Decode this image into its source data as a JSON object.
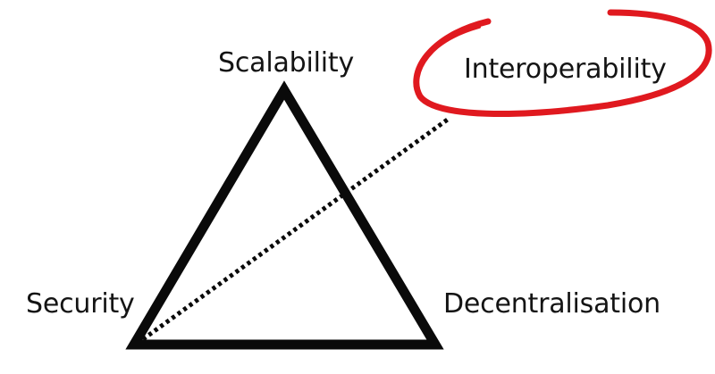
{
  "diagram": {
    "vertices": {
      "top": "Scalability",
      "bottom_left": "Security",
      "bottom_right": "Decentralisation"
    },
    "extra_node": "Interoperability"
  },
  "colors": {
    "ink": "#0a0a0a",
    "highlight": "#e0191f",
    "background": "#ffffff"
  }
}
